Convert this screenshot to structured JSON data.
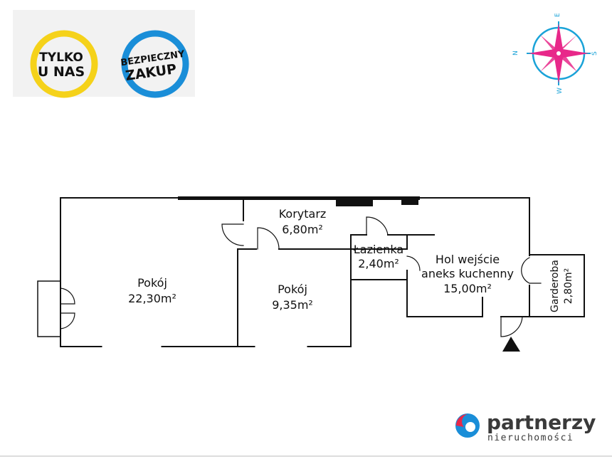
{
  "badges": [
    {
      "line1": "TYLKO",
      "line2": "U NAS",
      "ring_color": "#f5d21a"
    },
    {
      "line1": "BEZPIECZNY",
      "line2": "ZAKUP",
      "ring_color": "#1a8ed8"
    }
  ],
  "compass": {
    "letters": {
      "north": "N",
      "east": "E",
      "south": "S",
      "west": "W"
    },
    "star_color": "#e8288a",
    "ring_color": "#1aa3d8"
  },
  "rooms": [
    {
      "id": "pokoj-large",
      "name": "Pokój",
      "area": "22,30m²"
    },
    {
      "id": "korytarz",
      "name": "Korytarz",
      "area": "6,80m²"
    },
    {
      "id": "pokoj-small",
      "name": "Pokój",
      "area": "9,35m²"
    },
    {
      "id": "lazienka",
      "name": "Łazienka",
      "area": "2,40m²"
    },
    {
      "id": "hol",
      "name": "Hol wejście",
      "name2": "aneks kuchenny",
      "area": "15,00m²"
    },
    {
      "id": "garderoba",
      "name": "Garderoba",
      "area": "2,80m²"
    }
  ],
  "logo": {
    "brand": "partnerzy",
    "tagline": "nieruchomości",
    "colors": {
      "blue": "#1a8ed8",
      "red": "#e8284a",
      "text": "#3a3a3a"
    }
  }
}
